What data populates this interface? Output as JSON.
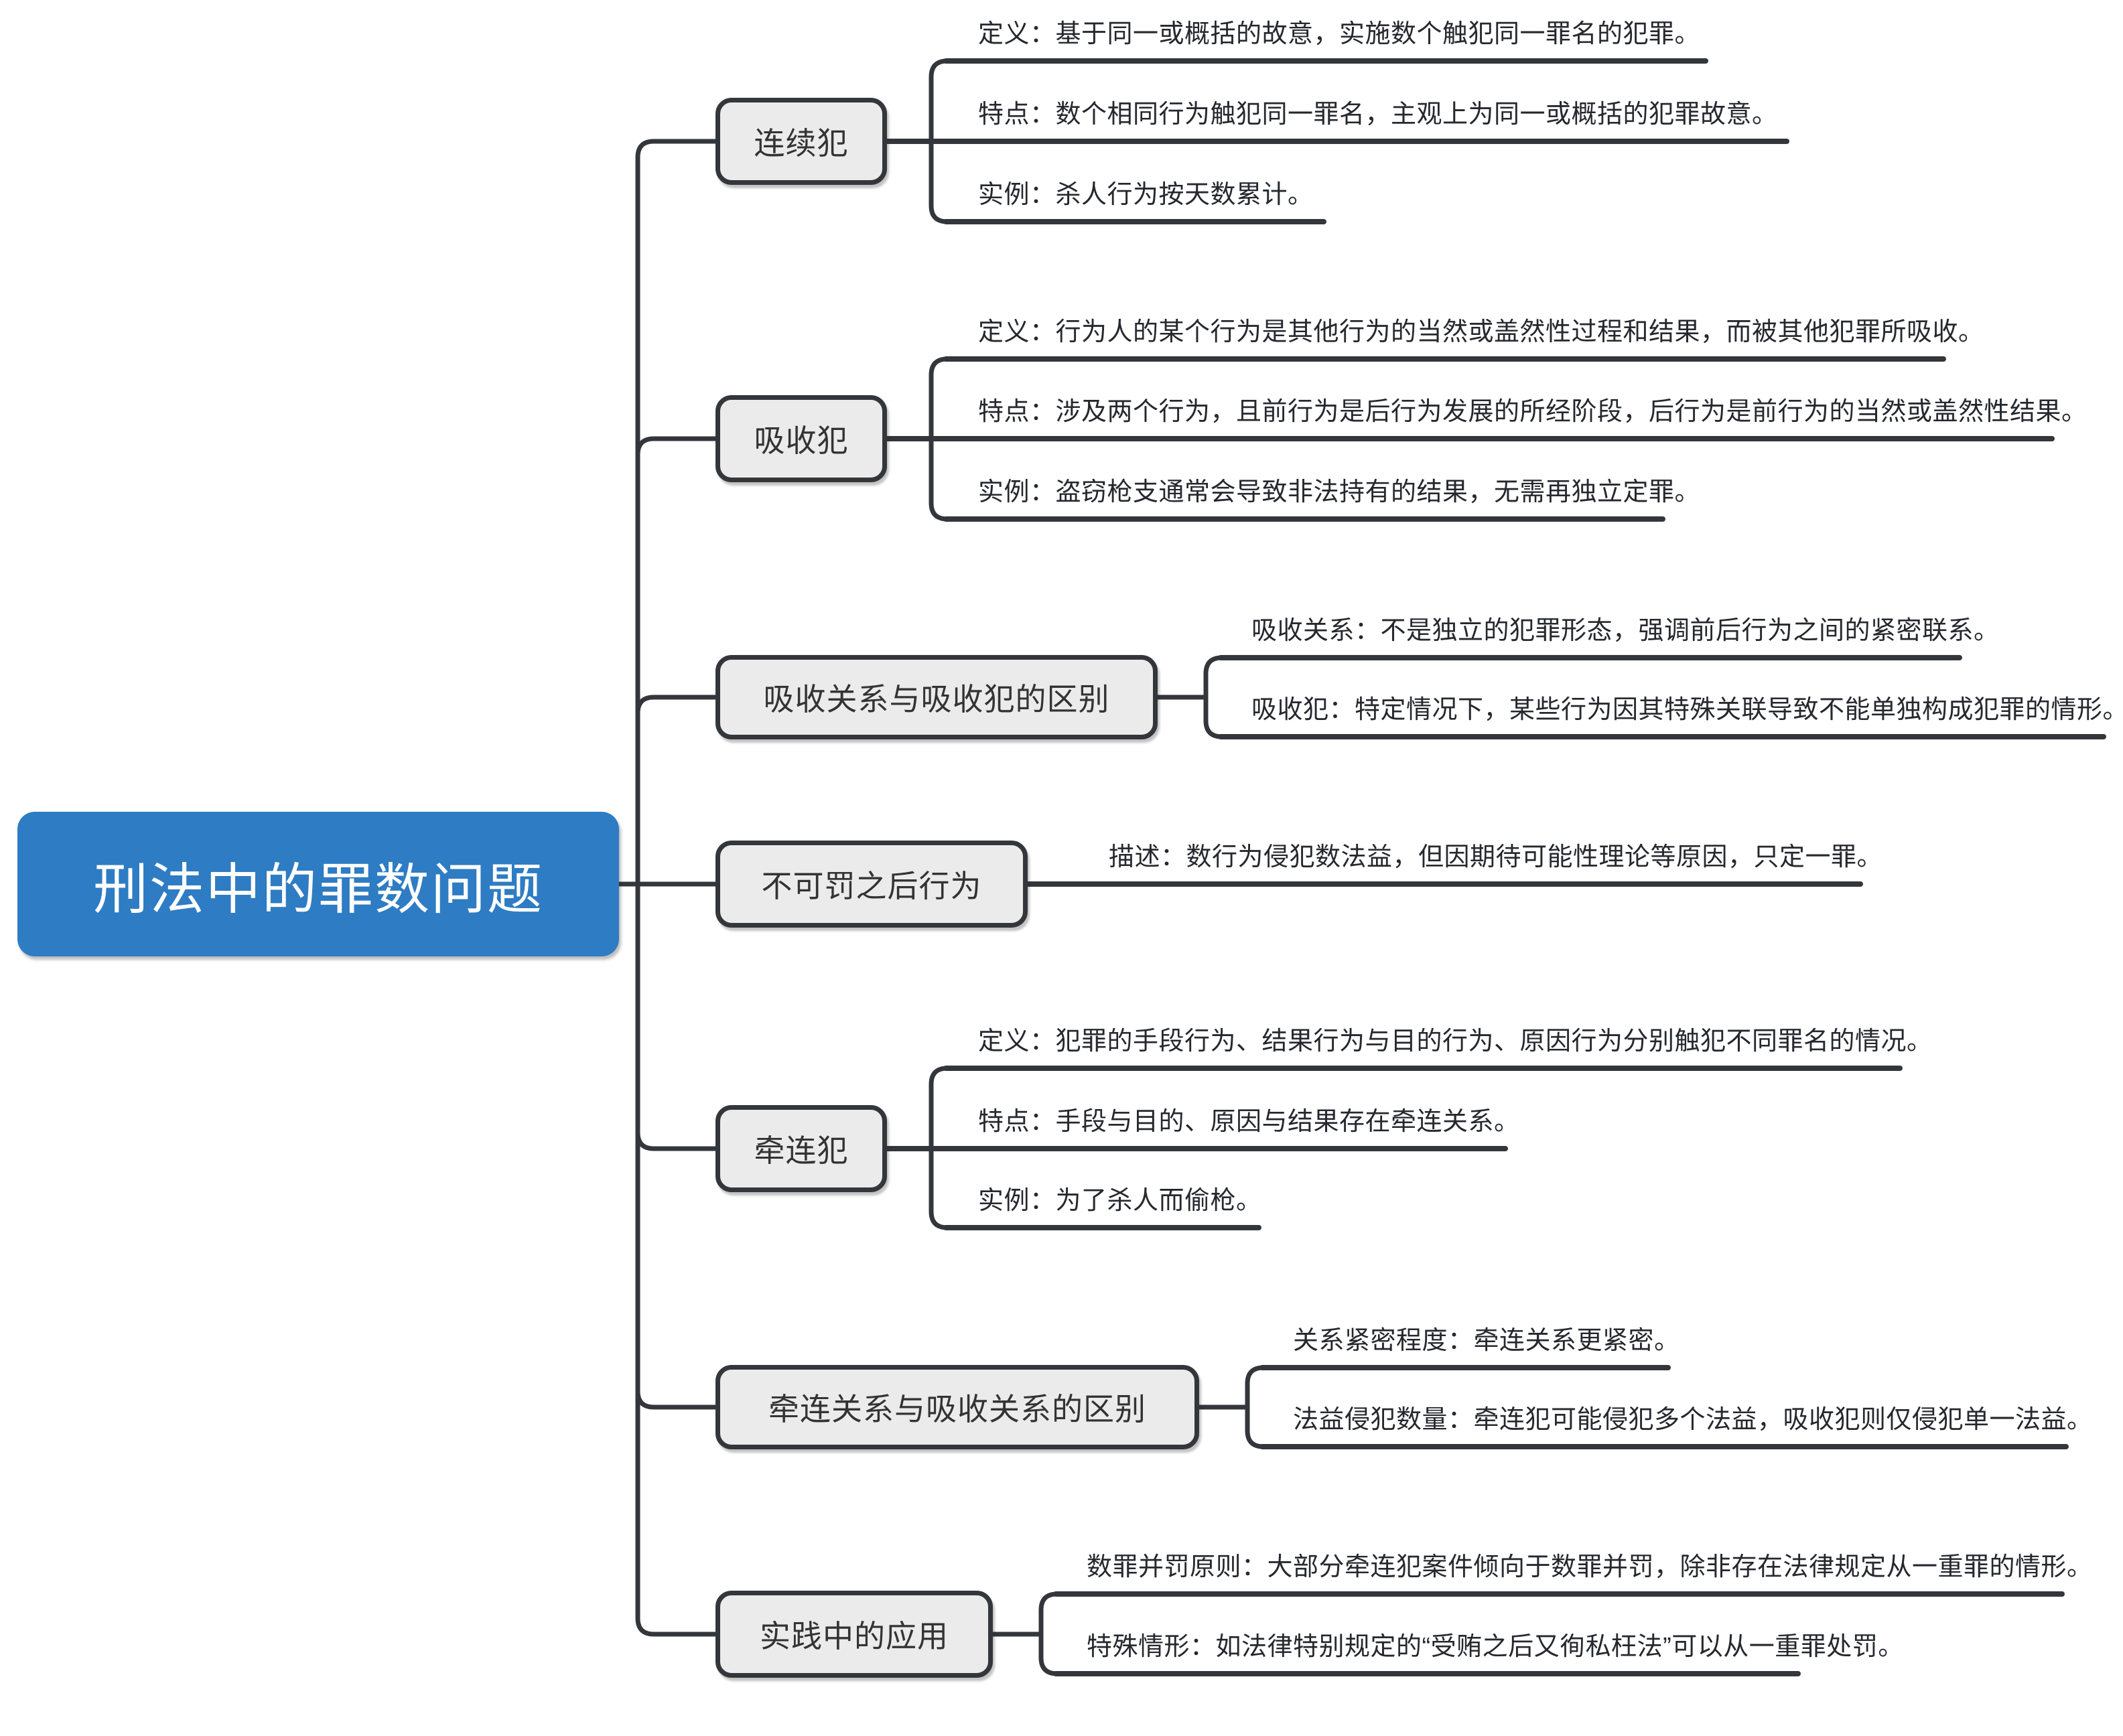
{
  "root": {
    "label": "刑法中的罪数问题"
  },
  "branches": [
    {
      "label": "连续犯",
      "children": [
        {
          "text": "定义：基于同一或概括的故意，实施数个触犯同一罪名的犯罪。"
        },
        {
          "text": "特点：数个相同行为触犯同一罪名，主观上为同一或概括的犯罪故意。"
        },
        {
          "text": "实例：杀人行为按天数累计。"
        }
      ]
    },
    {
      "label": "吸收犯",
      "children": [
        {
          "text": "定义：行为人的某个行为是其他行为的当然或盖然性过程和结果，而被其他犯罪所吸收。"
        },
        {
          "text": "特点：涉及两个行为，且前行为是后行为发展的所经阶段，后行为是前行为的当然或盖然性结果。"
        },
        {
          "text": "实例：盗窃枪支通常会导致非法持有的结果，无需再独立定罪。"
        }
      ]
    },
    {
      "label": "吸收关系与吸收犯的区别",
      "children": [
        {
          "text": "吸收关系：不是独立的犯罪形态，强调前后行为之间的紧密联系。"
        },
        {
          "text": "吸收犯：特定情况下，某些行为因其特殊关联导致不能单独构成犯罪的情形。"
        }
      ]
    },
    {
      "label": "不可罚之后行为",
      "children": [
        {
          "text": "描述：数行为侵犯数法益，但因期待可能性理论等原因，只定一罪。"
        }
      ]
    },
    {
      "label": "牵连犯",
      "children": [
        {
          "text": "定义：犯罪的手段行为、结果行为与目的行为、原因行为分别触犯不同罪名的情况。"
        },
        {
          "text": "特点：手段与目的、原因与结果存在牵连关系。"
        },
        {
          "text": "实例：为了杀人而偷枪。"
        }
      ]
    },
    {
      "label": "牵连关系与吸收关系的区别",
      "children": [
        {
          "text": "关系紧密程度：牵连关系更紧密。"
        },
        {
          "text": "法益侵犯数量：牵连犯可能侵犯多个法益，吸收犯则仅侵犯单一法益。"
        }
      ]
    },
    {
      "label": "实践中的应用",
      "children": [
        {
          "text": "数罪并罚原则：大部分牵连犯案件倾向于数罪并罚，除非存在法律规定从一重罪的情形。"
        },
        {
          "text": "特殊情形：如法律特别规定的“受贿之后又徇私枉法”可以从一重罪处罚。"
        }
      ]
    }
  ],
  "colors": {
    "root_fill": "#2E7CC3",
    "root_text": "#FFFFFF",
    "node_fill": "#EBEBEB",
    "node_text": "#333333",
    "line": "#33363B",
    "leaf_text": "#25282E",
    "bg": "#FFFFFF"
  }
}
